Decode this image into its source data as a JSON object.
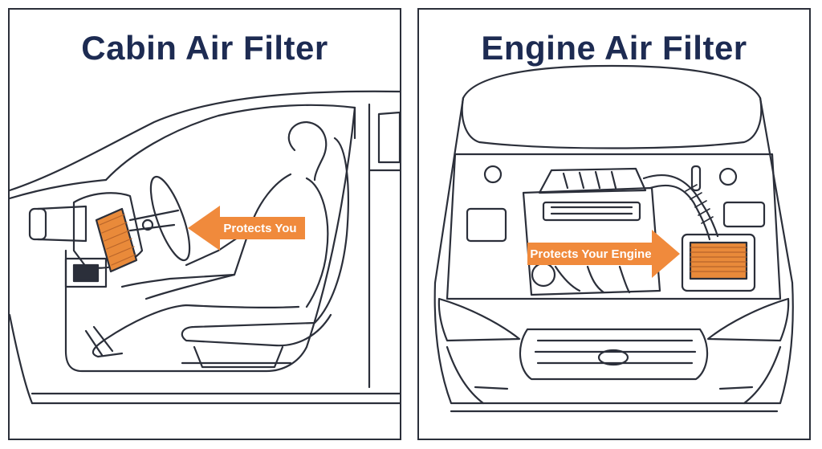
{
  "panels": {
    "left": {
      "title": "Cabin Air Filter",
      "arrow_label": "Protects You",
      "arrow_direction": "left",
      "filter_color": "#e98a3a"
    },
    "right": {
      "title": "Engine Air Filter",
      "arrow_label": "Protects Your Engine",
      "arrow_direction": "right",
      "filter_color": "#e98a3a"
    }
  },
  "colors": {
    "title": "#1d2b52",
    "line": "#2b2f3a",
    "arrow": "#f08a3c"
  }
}
